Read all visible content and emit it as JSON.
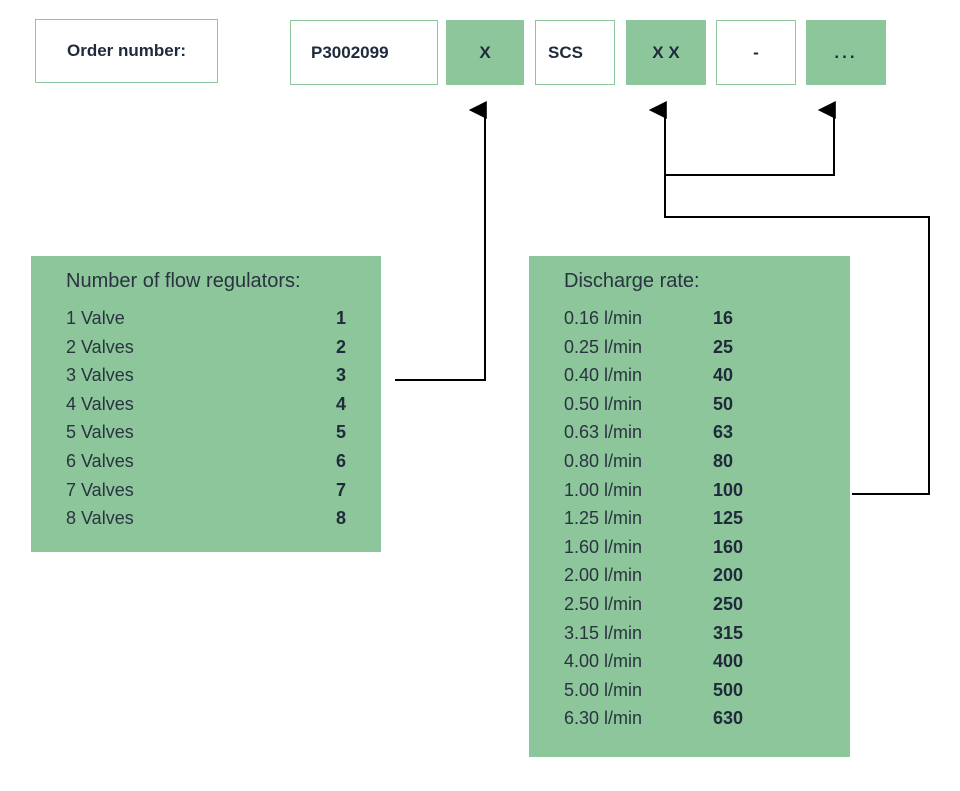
{
  "order": {
    "label": "Order number:",
    "base": "P3002099",
    "segment1": "X",
    "segment2": "SCS",
    "segment3": "X X",
    "segment4": "-",
    "segment5": "..."
  },
  "flow_regulators": {
    "title": "Number of flow regulators:",
    "rows": [
      {
        "label": "1 Valve",
        "code": "1"
      },
      {
        "label": "2 Valves",
        "code": "2"
      },
      {
        "label": "3 Valves",
        "code": "3"
      },
      {
        "label": "4 Valves",
        "code": "4"
      },
      {
        "label": "5 Valves",
        "code": "5"
      },
      {
        "label": "6 Valves",
        "code": "6"
      },
      {
        "label": "7 Valves",
        "code": "7"
      },
      {
        "label": "8 Valves",
        "code": "8"
      }
    ]
  },
  "discharge_rate": {
    "title": "Discharge rate:",
    "rows": [
      {
        "label": "0.16 l/min",
        "code": "16"
      },
      {
        "label": "0.25 l/min",
        "code": "25"
      },
      {
        "label": "0.40 l/min",
        "code": "40"
      },
      {
        "label": "0.50 l/min",
        "code": "50"
      },
      {
        "label": "0.63 l/min",
        "code": "63"
      },
      {
        "label": "0.80 l/min",
        "code": "80"
      },
      {
        "label": "1.00 l/min",
        "code": "100"
      },
      {
        "label": "1.25 l/min",
        "code": "125"
      },
      {
        "label": "1.60 l/min",
        "code": "160"
      },
      {
        "label": "2.00 l/min",
        "code": "200"
      },
      {
        "label": "2.50 l/min",
        "code": "250"
      },
      {
        "label": "3.15 l/min",
        "code": "315"
      },
      {
        "label": "4.00 l/min",
        "code": "400"
      },
      {
        "label": "5.00 l/min",
        "code": "500"
      },
      {
        "label": "6.30 l/min",
        "code": "630"
      }
    ]
  },
  "colors": {
    "panel_green": "#8cc69a",
    "text_dark": "#1f2a3a",
    "line": "#000000"
  }
}
